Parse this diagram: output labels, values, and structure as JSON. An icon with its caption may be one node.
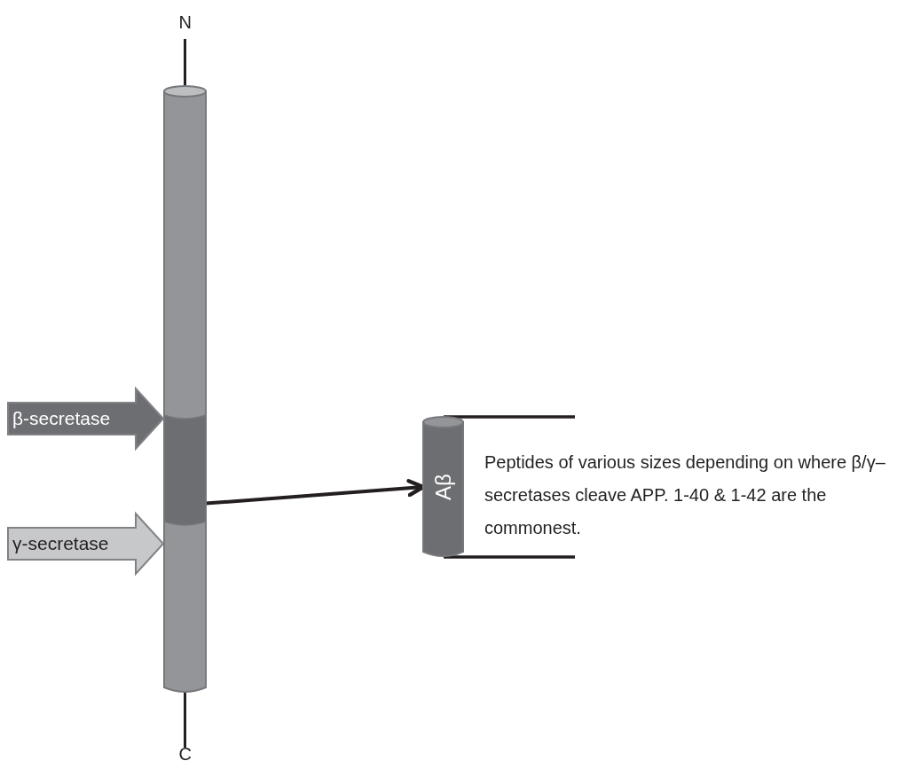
{
  "diagram": {
    "nodes": [
      {
        "text": [],
        "shape": "cylinder"
      },
      {
        "text": [],
        "shape": "cylinder",
        "in": 0
      },
      {
        "text": [
          "β-secretase"
        ]
      },
      {
        "text": [
          "γ-secretase"
        ]
      },
      {
        "text": [
          "Aβ"
        ]
      }
    ],
    "edges": [
      {
        "from": 1,
        "to": 4,
        "arrow": "to"
      }
    ],
    "labels": [
      "N",
      "C",
      "Peptides of various sizes depending on where β/γ–secretases cleave APP. 1-40 & 1-42 are the commonest."
    ]
  }
}
